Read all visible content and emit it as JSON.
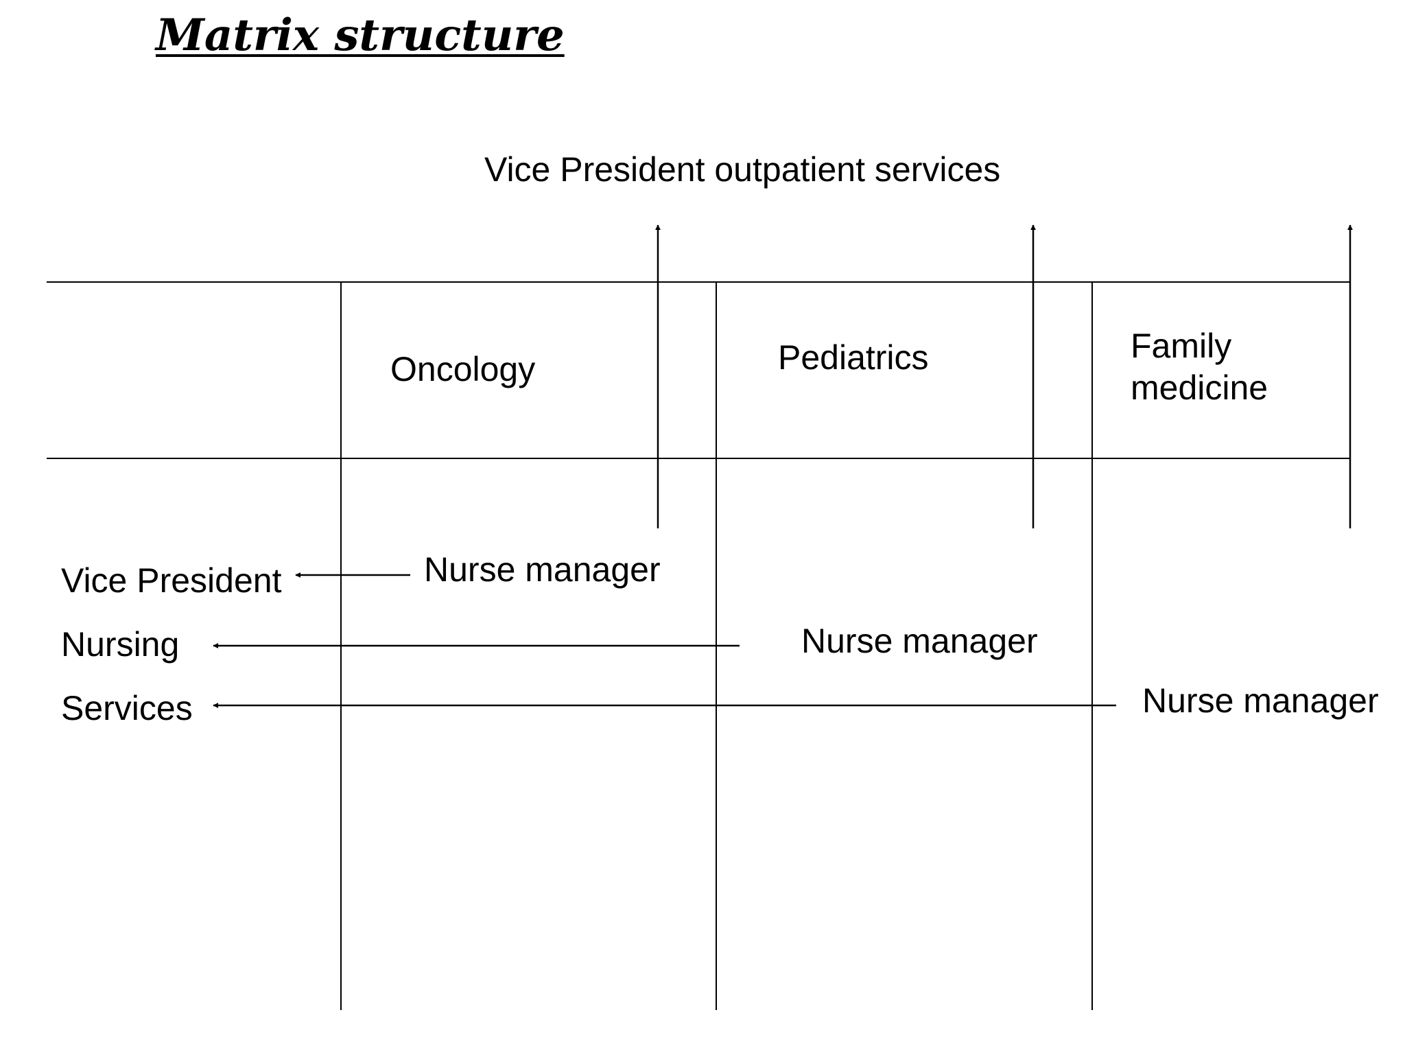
{
  "title": "Matrix structure",
  "top_executive": "Vice President outpatient services",
  "departments": {
    "oncology": "Oncology",
    "pediatrics": "Pediatrics",
    "family_medicine_line1": "Family",
    "family_medicine_line2": "medicine"
  },
  "left_executive": {
    "line1": "Vice President",
    "line2": "Nursing",
    "line3": "Services"
  },
  "managers": {
    "oncology": "Nurse manager",
    "pediatrics": "Nurse manager",
    "family_medicine": "Nurse manager"
  }
}
